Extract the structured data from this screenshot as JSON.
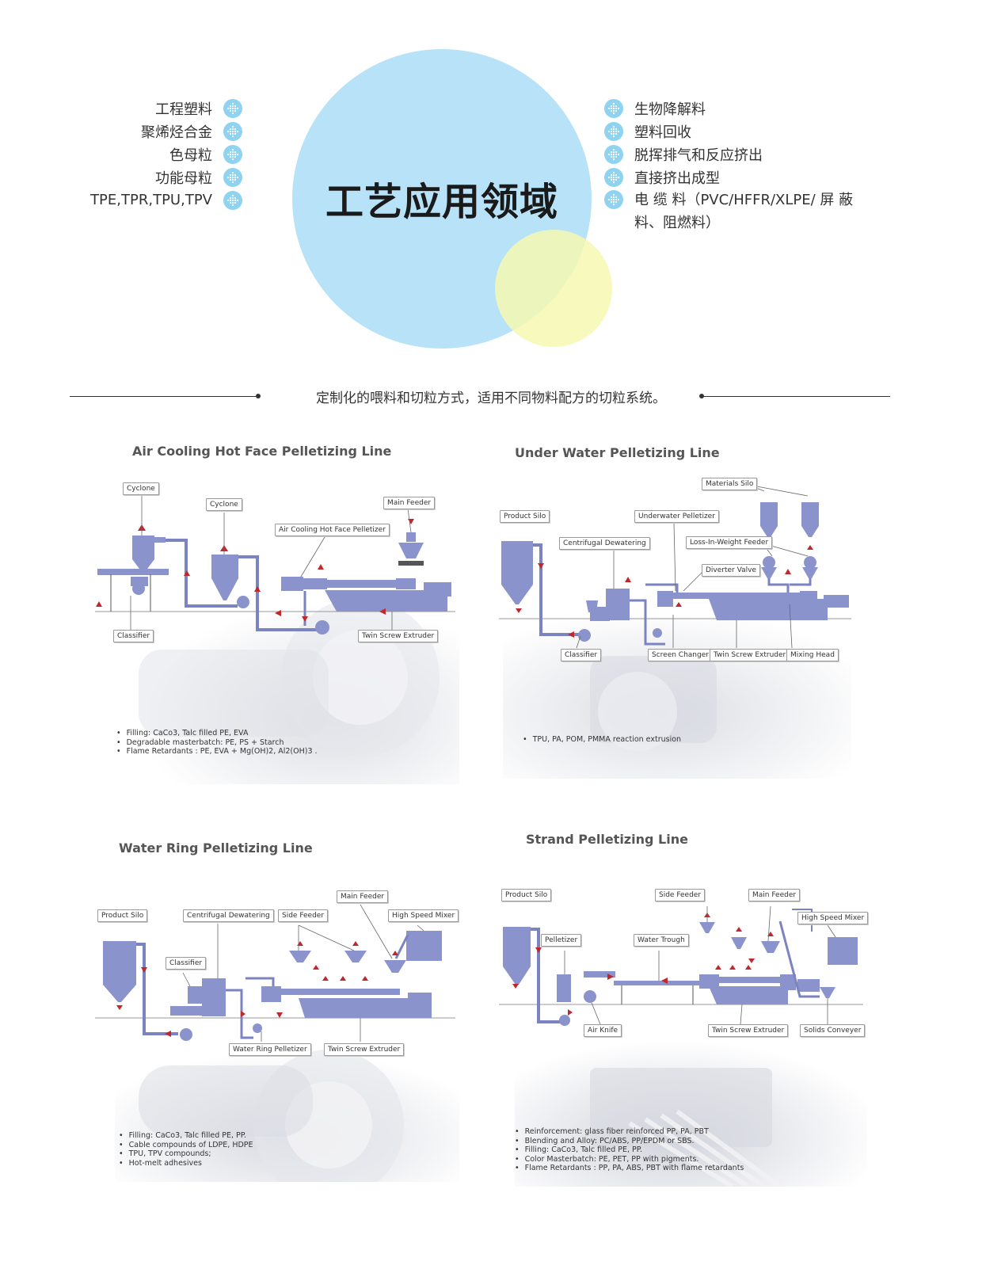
{
  "hero": {
    "title": "工艺应用领域",
    "left_items": [
      "工程塑料",
      "聚烯烃合金",
      "色母粒",
      "功能母粒",
      "TPE,TPR,TPU,TPV"
    ],
    "right_items": [
      "生物降解料",
      "塑料回收",
      "脱挥排气和反应挤出",
      "直接挤出成型",
      "电 缆 料（PVC/HFFR/XLPE/ 屏 蔽 料、阻燃料）"
    ]
  },
  "tagline": "定制化的喂料和切粒方式，适用不同物料配方的切粒系统。",
  "colors": {
    "equipment": "#8a93cc",
    "pipe": "#7b84c0",
    "arrow": "#c0282d",
    "circle_blue": "#b7e2f8",
    "circle_yellow": "#f6f8b2",
    "bullet": "#8fd3f1"
  },
  "diagrams": [
    {
      "title": "Air Cooling Hot Face Pelletizing Line",
      "labels": [
        "Cyclone",
        "Cyclone",
        "Main Feeder",
        "Air Cooling Hot Face Pelletizer",
        "Classifier",
        "Twin Screw Extruder"
      ],
      "notes": [
        "Filling: CaCo3, Talc filled PE, EVA",
        "Degradable masterbatch: PE, PS + Starch",
        "Flame Retardants : PE, EVA + Mg(OH)2, Al2(OH)3 ."
      ]
    },
    {
      "title": "Under Water Pelletizing Line",
      "labels": [
        "Materials Silo",
        "Product Silo",
        "Underwater Pelletizer",
        "Centrifugal Dewatering",
        "Loss-In-Weight Feeder",
        "Diverter Valve",
        "Classifier",
        "Screen Changer",
        "Twin Screw Extruder",
        "Mixing Head"
      ],
      "notes": [
        "TPU, PA, POM, PMMA reaction extrusion"
      ]
    },
    {
      "title": "Water Ring Pelletizing Line",
      "labels": [
        "Main Feeder",
        "Product Silo",
        "Centrifugal Dewatering",
        "Side Feeder",
        "High Speed Mixer",
        "Classifier",
        "Water Ring Pelletizer",
        "Twin Screw Extruder"
      ],
      "notes": [
        "Filling: CaCo3, Talc filled PE, PP.",
        "Cable compounds of LDPE, HDPE",
        "TPU, TPV compounds;",
        "Hot-melt adhesives"
      ]
    },
    {
      "title": "Strand Pelletizing Line",
      "labels": [
        "Product Silo",
        "Side Feeder",
        "Main Feeder",
        "High Speed Mixer",
        "Pelletizer",
        "Water Trough",
        "Air Knife",
        "Twin Screw Extruder",
        "Solids Conveyer"
      ],
      "notes": [
        "Reinforcement: glass fiber reinforced PP, PA, PBT",
        "Blending and Alloy: PC/ABS, PP/EPDM or SBS.",
        "Filling: CaCo3, Talc filled PE, PP.",
        "Color Masterbatch: PE, PET, PP with pigments.",
        "Flame Retardants : PP, PA, ABS, PBT with flame retardants"
      ]
    }
  ]
}
